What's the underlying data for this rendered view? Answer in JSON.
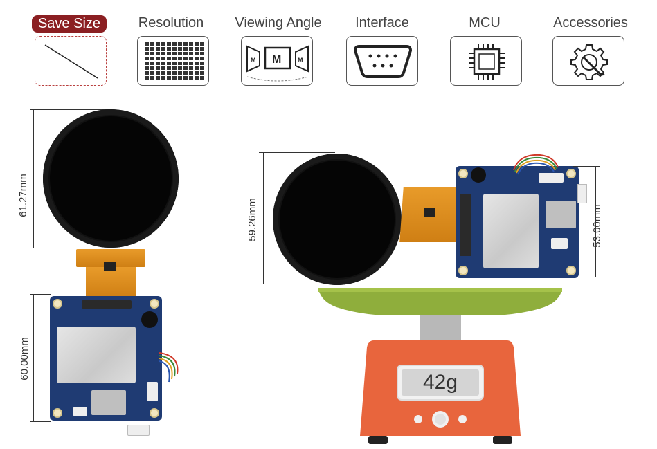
{
  "tabs": [
    {
      "label": "Save Size",
      "active": true,
      "icon": "diagonal-line-icon"
    },
    {
      "label": "Resolution",
      "active": false,
      "icon": "pixel-grid-icon"
    },
    {
      "label": "Viewing Angle",
      "active": false,
      "icon": "viewing-angle-icon"
    },
    {
      "label": "Interface",
      "active": false,
      "icon": "serial-port-icon"
    },
    {
      "label": "MCU",
      "active": false,
      "icon": "chip-icon"
    },
    {
      "label": "Accessories",
      "active": false,
      "icon": "gear-wrench-icon"
    }
  ],
  "dimensions": {
    "front_height": "61.27mm",
    "board_height": "60.00mm",
    "side_height": "59.26mm",
    "side_board_height": "53.00mm"
  },
  "scale": {
    "weight": "42g"
  },
  "colors": {
    "active_tab": "#8b1f22",
    "pcb": "#1f3b73",
    "flex": "#e08a1e",
    "scale_body": "#e8653d",
    "scale_tray": "#8fae3c"
  }
}
